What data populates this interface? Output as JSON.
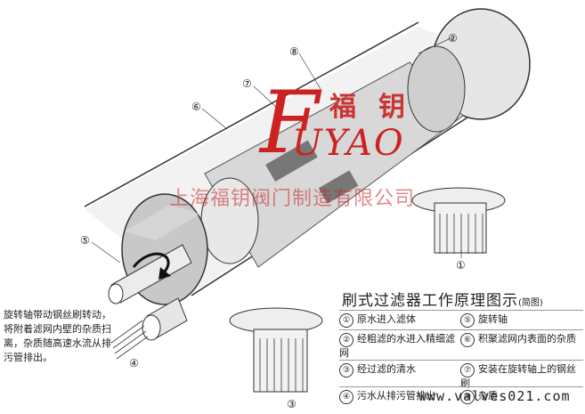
{
  "brand": {
    "logo_letter": "F",
    "name": "UYAO",
    "chinese_char_1": "福",
    "chinese_char_2": "钥",
    "company": "上海福钥阀门制造有限公司",
    "website": "www.valves021.com"
  },
  "callouts": {
    "n1": "①",
    "n2": "②",
    "n3": "③",
    "n4": "④",
    "n5": "⑤",
    "n6": "⑥",
    "n7": "⑦",
    "n8": "⑧"
  },
  "note": "旋转轴带动钢丝刷转动，将附着滤网内壁的杂质扫离，杂质随高速水流从排污管排出。",
  "legend": {
    "title": "刷式过滤器工作原理图示",
    "subtitle": "(简图)",
    "items": [
      {
        "num": "①",
        "text": "原水进入滤体"
      },
      {
        "num": "⑤",
        "text": "旋转轴"
      },
      {
        "num": "②",
        "text": "经粗滤的水进入精细滤网"
      },
      {
        "num": "⑥",
        "text": "积聚滤网内表面的杂质"
      },
      {
        "num": "③",
        "text": "经过滤的清水"
      },
      {
        "num": "⑦",
        "text": "安装在旋转轴上的钢丝刷"
      },
      {
        "num": "④",
        "text": "污水从排污管排出"
      },
      {
        "num": "⑧",
        "text": "杂质"
      }
    ]
  },
  "colors": {
    "brand_red": "#cc2222",
    "outline": "#333333",
    "body_gray": "#dcdcdc"
  }
}
